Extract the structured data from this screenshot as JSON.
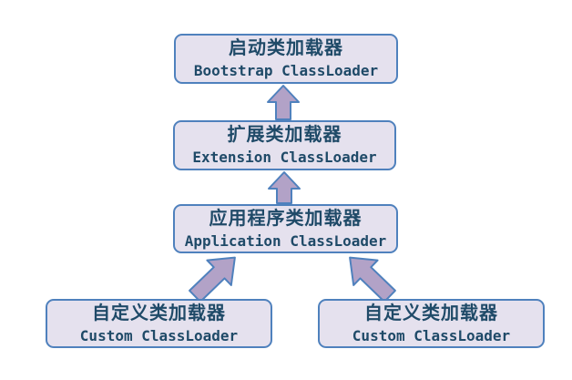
{
  "diagram": {
    "type": "flow",
    "description": "Java ClassLoader delegation hierarchy",
    "background": "#ffffff",
    "colors": {
      "node_fill": "#e5e1ee",
      "node_border": "#4f81bd",
      "arrow_fill": "#b2a2c7",
      "arrow_border": "#4f81bd",
      "text": "#1f4a68"
    },
    "nodes": {
      "bootstrap": {
        "zh": "启动类加载器",
        "en": "Bootstrap ClassLoader"
      },
      "extension": {
        "zh": "扩展类加载器",
        "en": "Extension ClassLoader"
      },
      "application": {
        "zh": "应用程序类加载器",
        "en": "Application ClassLoader"
      },
      "custom_left": {
        "zh": "自定义类加载器",
        "en": "Custom ClassLoader"
      },
      "custom_right": {
        "zh": "自定义类加载器",
        "en": "Custom ClassLoader"
      }
    },
    "edges": [
      {
        "from": "extension",
        "to": "bootstrap",
        "direction": "up"
      },
      {
        "from": "application",
        "to": "extension",
        "direction": "up"
      },
      {
        "from": "custom_left",
        "to": "application",
        "direction": "up-right"
      },
      {
        "from": "custom_right",
        "to": "application",
        "direction": "up-left"
      }
    ]
  }
}
